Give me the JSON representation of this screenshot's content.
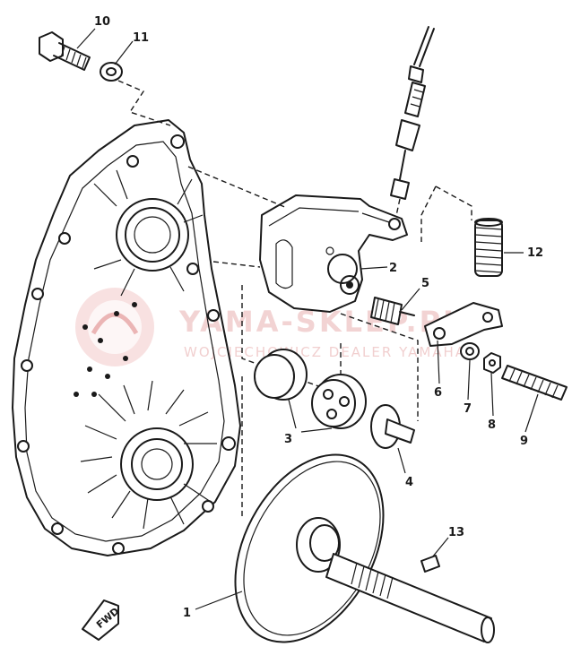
{
  "watermark": {
    "brand": "YAMA-SKLEP.PL",
    "subtitle": "WOJCIECHOWICZ DEALER YAMAHA"
  },
  "direction_marker": "FWD",
  "callouts": [
    "1",
    "2",
    "3",
    "4",
    "5",
    "6",
    "7",
    "8",
    "9",
    "10",
    "11",
    "12",
    "13"
  ],
  "colors": {
    "ink": "#1a1a1a",
    "watermark": "#e8b0b0",
    "background": "#ffffff"
  }
}
